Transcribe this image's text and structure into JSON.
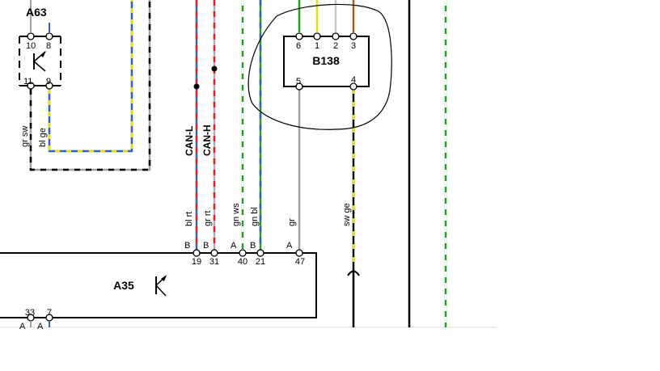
{
  "components": {
    "a63": {
      "name": "A63",
      "pins": [
        "10",
        "8",
        "11",
        "9"
      ]
    },
    "b138": {
      "name": "B138",
      "pins_top": [
        "6",
        "1",
        "2",
        "3"
      ],
      "pins_bottom": [
        "5",
        "4"
      ]
    },
    "a35": {
      "name": "A35",
      "pins": [
        "19",
        "31",
        "40",
        "21",
        "47"
      ],
      "pin_groups": [
        "B",
        "B",
        "A",
        "B",
        "A"
      ],
      "lower_pins": [
        "33",
        "7"
      ],
      "lower_groups": [
        "A",
        "A"
      ]
    }
  },
  "wires": {
    "a63_left": "gr sw",
    "a63_right": "bl ge",
    "can_l": "CAN-L",
    "can_h": "CAN-H",
    "w19": "bl rt",
    "w31": "gr rt",
    "w40": "gn ws",
    "w21": "gn bl",
    "w47": "gr",
    "w4": "sw ge"
  },
  "colors": {
    "blue": "#3060c0",
    "red": "#e02020",
    "green": "#20a020",
    "yellow": "#e8e000",
    "grey": "#a0a0a0",
    "brown": "#a06020",
    "black": "#000000"
  }
}
